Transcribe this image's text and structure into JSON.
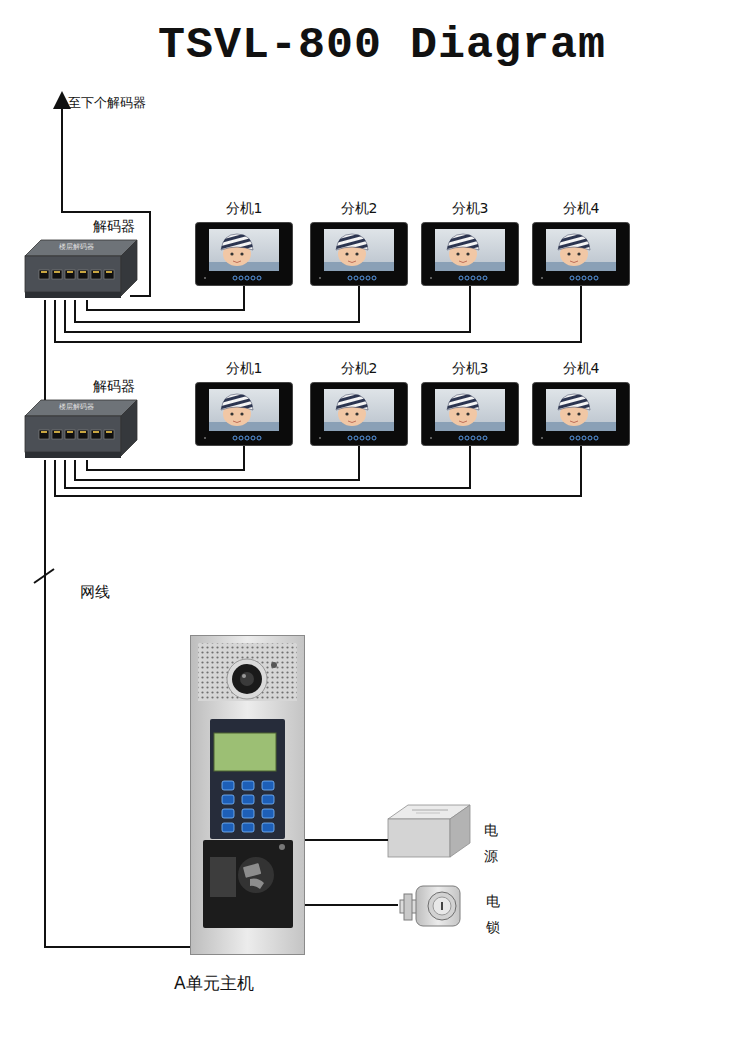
{
  "diagram": {
    "title": "TSVL-800 Diagram",
    "nodes": [
      {
        "text": [
          "解码器",
          "楼层解码器"
        ]
      },
      {
        "text": [
          "分机1"
        ]
      },
      {
        "text": [
          "分机2"
        ]
      },
      {
        "text": [
          "分机3"
        ]
      },
      {
        "text": [
          "分机4"
        ]
      },
      {
        "text": [
          "解码器",
          "楼层解码器"
        ]
      },
      {
        "text": [
          "分机1"
        ]
      },
      {
        "text": [
          "分机2"
        ]
      },
      {
        "text": [
          "分机3"
        ]
      },
      {
        "text": [
          "分机4"
        ]
      },
      {
        "text": [
          "A单元主机"
        ]
      },
      {
        "text": [
          "电 源"
        ]
      },
      {
        "text": [
          "电 锁"
        ]
      }
    ],
    "edges": [
      {
        "from": 0,
        "to": 1,
        "arrow": "none"
      },
      {
        "from": 0,
        "to": 2,
        "arrow": "none"
      },
      {
        "from": 0,
        "to": 3,
        "arrow": "none"
      },
      {
        "from": 0,
        "to": 4,
        "arrow": "none"
      },
      {
        "from": 5,
        "to": 0,
        "arrow": "none"
      },
      {
        "from": 5,
        "to": 6,
        "arrow": "none"
      },
      {
        "from": 5,
        "to": 7,
        "arrow": "none"
      },
      {
        "from": 5,
        "to": 8,
        "arrow": "none"
      },
      {
        "from": 5,
        "to": 9,
        "arrow": "none"
      },
      {
        "from": 10,
        "to": 5,
        "label": "网线",
        "arrow": "none"
      },
      {
        "from": 10,
        "to": 11,
        "arrow": "none"
      },
      {
        "from": 10,
        "to": 12,
        "arrow": "none"
      }
    ],
    "labels": [
      "至下个解码器"
    ]
  }
}
